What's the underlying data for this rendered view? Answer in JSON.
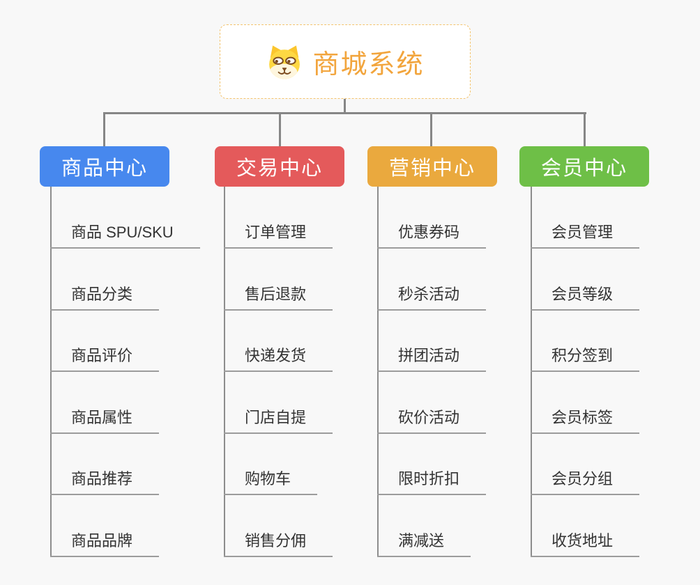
{
  "root": {
    "title": "商城系统",
    "icon": "doge-icon",
    "accent_color": "#f2a53d",
    "border_color": "#f3c36d"
  },
  "connector_color": "#868686",
  "underline_color": "#9c9c9c",
  "background_color": "#f8f8f8",
  "branches": [
    {
      "id": "product-center",
      "label": "商品中心",
      "color": "#4788ee",
      "children": [
        "商品 SPU/SKU",
        "商品分类",
        "商品评价",
        "商品属性",
        "商品推荐",
        "商品品牌"
      ]
    },
    {
      "id": "trade-center",
      "label": "交易中心",
      "color": "#e45a5b",
      "children": [
        "订单管理",
        "售后退款",
        "快递发货",
        "门店自提",
        "购物车",
        "销售分佣"
      ]
    },
    {
      "id": "marketing-center",
      "label": "营销中心",
      "color": "#eaa93e",
      "children": [
        "优惠券码",
        "秒杀活动",
        "拼团活动",
        "砍价活动",
        "限时折扣",
        "满减送"
      ]
    },
    {
      "id": "member-center",
      "label": "会员中心",
      "color": "#6ebf47",
      "children": [
        "会员管理",
        "会员等级",
        "积分签到",
        "会员标签",
        "会员分组",
        "收货地址"
      ]
    }
  ]
}
